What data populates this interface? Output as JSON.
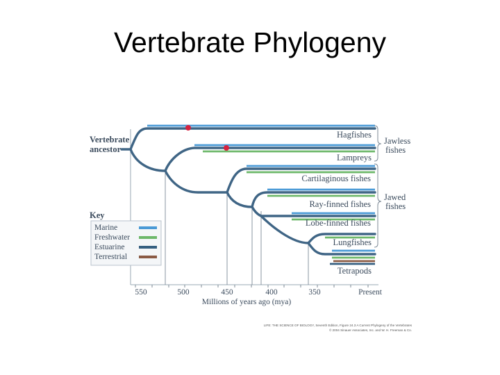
{
  "slide": {
    "title": "Vertebrate Phylogeny"
  },
  "colors": {
    "marine": "#4a9ad6",
    "freshwater": "#6db86a",
    "estuarine": "#355f80",
    "terrestrial": "#8a5a44",
    "extinction_marker": "#d6223f",
    "text": "#3a4a5c"
  },
  "diagram": {
    "root_label_line1": "Vertebrate",
    "root_label_line2": "ancestor",
    "taxa": [
      "Hagfishes",
      "Lampreys",
      "Cartilaginous fishes",
      "Ray-finned fishes",
      "Lobe-finned fishes",
      "Lungfishes",
      "Tetrapods"
    ],
    "groups": [
      {
        "line1": "Jawless",
        "line2": "fishes"
      },
      {
        "line1": "Jawed",
        "line2": "fishes"
      }
    ],
    "key": {
      "title": "Key",
      "items": [
        {
          "label": "Marine",
          "color": "#4a9ad6"
        },
        {
          "label": "Freshwater",
          "color": "#6db86a"
        },
        {
          "label": "Estuarine",
          "color": "#355f80"
        },
        {
          "label": "Terrestrial",
          "color": "#8a5a44"
        }
      ]
    },
    "axis": {
      "label": "Millions of years ago (mya)",
      "ticks": [
        "550",
        "500",
        "450",
        "400",
        "350",
        "Present"
      ]
    },
    "credit_line1": "LIFE: THE SCIENCE OF BIOLOGY, Seventh Edition, Figure 24.3  A Current Phylogeny of the Vertebrates",
    "credit_line2": "© 2004 Sinauer Associates, Inc. and W. H. Freeman & Co."
  }
}
